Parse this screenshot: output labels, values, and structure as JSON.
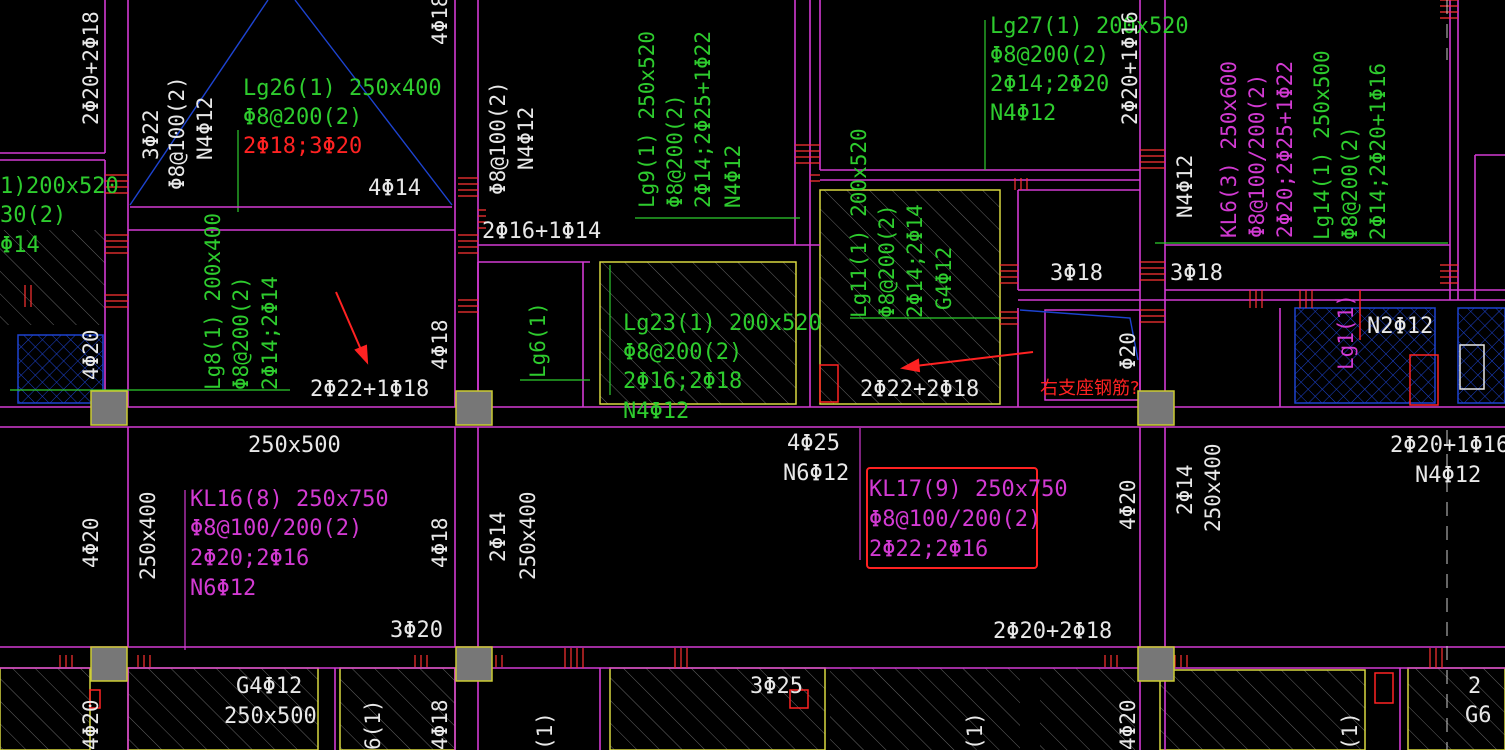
{
  "colors": {
    "background": "#000000",
    "beam_line": "#d23ad2",
    "green_text": "#2ecc2e",
    "magenta_text": "#d23ad2",
    "white_text": "#e8e8e8",
    "red_text": "#ff2222",
    "column": "#777777",
    "column_border": "#cccc33",
    "slab_border": "#d8d840",
    "stirrup_red": "#ff3333",
    "highlight_box": "#ff2222"
  },
  "labels": {
    "lg26_1": "Lg26(1) 250x400",
    "lg26_2": "Φ8@200(2)",
    "lg26_3": "2Φ18;3Φ20",
    "lg27_1": "Lg27(1) 200x520",
    "lg27_2": "Φ8@200(2)",
    "lg27_3": "2Φ14;2Φ20",
    "lg27_4": "N4Φ12",
    "lg23_1": "Lg23(1) 200x520",
    "lg23_2": "Φ8@200(2)",
    "lg23_3": "2Φ16;2Φ18",
    "lg23_4": "N4Φ12",
    "kl16_1": "KL16(8) 250x750",
    "kl16_2": "Φ8@100/200(2)",
    "kl16_3": "2Φ20;2Φ16",
    "kl16_4": "N6Φ12",
    "kl17_1": "KL17(9) 250x750",
    "kl17_2": "Φ8@100/200(2)",
    "kl17_3": "2Φ22;2Φ16",
    "h_4phi14": "4Φ14",
    "h_2phi16_1phi14": "2Φ16+1Φ14",
    "h_2phi22_1phi18": "2Φ22+1Φ18",
    "h_2phi22_2phi18": "2Φ22+2Φ18",
    "h_250x500_a": "250x500",
    "h_4phi25": "4Φ25",
    "h_n6phi12": "N6Φ12",
    "h_3phi18_a": "3Φ18",
    "h_3phi18_b": "3Φ18",
    "h_n2phi12": "N2Φ12",
    "h_2phi20_1phi16": "2Φ20+1Φ16",
    "h_n4phi12": "N4Φ12",
    "h_3phi20": "3Φ20",
    "h_2phi20_2phi18": "2Φ20+2Φ18",
    "h_g4phi12": "G4Φ12",
    "h_250x500_b": "250x500",
    "h_3phi25": "3Φ25",
    "h_g6": "G6",
    "h_2_edge": "2",
    "h_lg1_edge": "1)",
    "h_200x52_edge": "200x520",
    "h_30_2_edge": "30(2)",
    "h_phi14_edge": "Φ14",
    "annotation_right_support": "右支座钢筋?",
    "v_2phi20_2phi18": "2Φ20+2Φ18",
    "v_3phi22": "3Φ22",
    "v_phi8_100_a": "Φ8@100(2)",
    "v_n4phi12_a": "N4Φ12",
    "v_4phi18_top": "4Φ18",
    "v_phi8_100_b": "Φ8@100(2)",
    "v_n4phi12_b": "N4Φ12",
    "v_lg9_1": "Lg9(1) 250x520",
    "v_lg9_2": "Φ8@200(2)",
    "v_lg9_3": "2Φ14;2Φ25+1Φ22",
    "v_lg9_4": "N4Φ12",
    "v_2phi20_1phi16_top": "2Φ20+1Φ16",
    "v_kl6_1": "KL6(3) 250x600",
    "v_kl6_2": "Φ8@100/200(2)",
    "v_kl6_3": "2Φ20;2Φ25+1Φ22",
    "v_lg14_1": "Lg14(1) 250x500",
    "v_lg14_2": "Φ8@200(2)",
    "v_lg14_3": "2Φ14;2Φ20+1Φ16",
    "v_n4phi12_c": "N4Φ12",
    "v_lg8_1": "Lg8(1) 200x400",
    "v_lg8_2": "Φ8@200(2)",
    "v_lg8_3": "2Φ14;2Φ14",
    "v_4phi20_a": "4Φ20",
    "v_4phi18_mid": "4Φ18",
    "v_lg6": "Lg6(1)",
    "v_lg11_1": "Lg11(1) 200x520",
    "v_lg11_2": "Φ8@200(2)",
    "v_lg11_3": "2Φ14;2Φ14",
    "v_lg11_4": "G4Φ12",
    "v_phi20": "Φ20",
    "v_lg_right": "Lg1(1)",
    "v_4phi20_b": "4Φ20",
    "v_250x400_a": "250x400",
    "v_4phi18_low": "4Φ18",
    "v_2phi14_a": "2Φ14",
    "v_250x400_b": "250x400",
    "v_4phi20_c": "4Φ20",
    "v_2phi14_b": "2Φ14",
    "v_250x400_c": "250x400",
    "v_4phi20_bot": "4Φ20",
    "v_6_1_bot": "6(1)",
    "v_4phi18_bot": "4Φ18",
    "v_1_bot_a": "(1)",
    "v_4phi20_bot2": "4Φ20",
    "v_1_bot_b": "(1)",
    "v_1_bot_c": "(1)"
  }
}
